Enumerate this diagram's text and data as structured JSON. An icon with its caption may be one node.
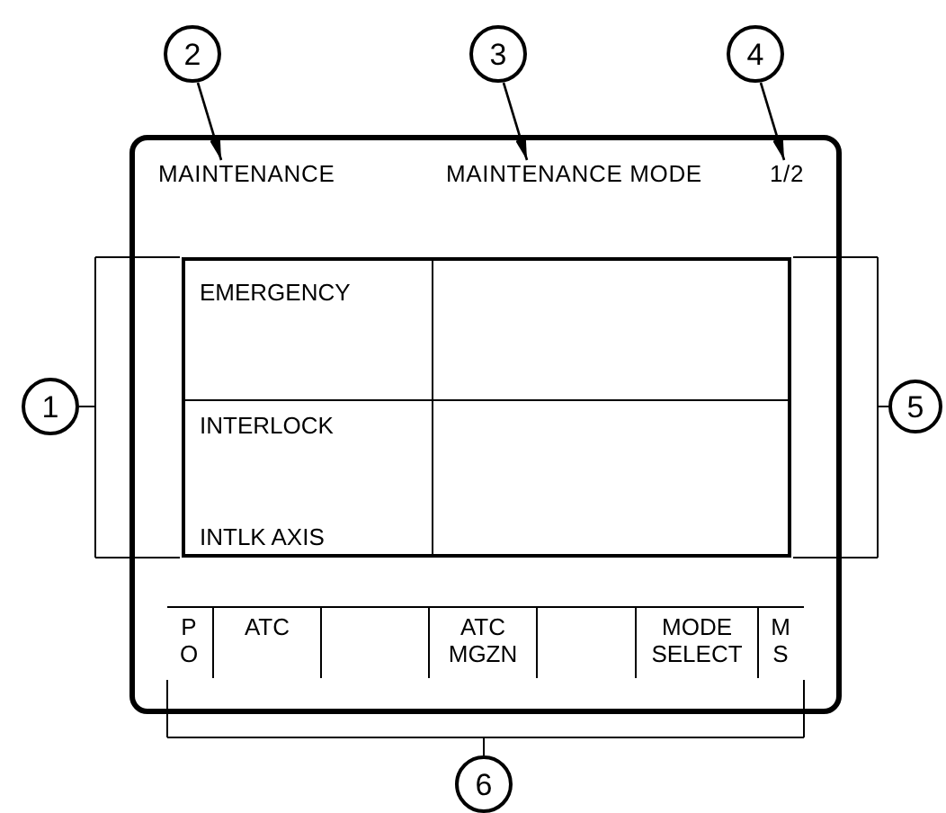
{
  "diagram": {
    "nodes": [
      {
        "text": [
          "2"
        ]
      },
      {
        "text": [
          "3"
        ]
      },
      {
        "text": [
          "4"
        ]
      },
      {
        "text": [],
        "shape": "box"
      },
      {
        "text": [
          "MAINTENANCE"
        ],
        "in": 3
      },
      {
        "text": [
          "MAINTENANCE MODE"
        ],
        "in": 3
      },
      {
        "text": [
          "1/2"
        ],
        "in": 3
      },
      {
        "text": [
          "1"
        ]
      },
      {
        "text": [],
        "shape": "box",
        "in": 3
      },
      {
        "text": [
          "EMERGENCY"
        ],
        "in": 8
      },
      {
        "text": [],
        "shape": "box",
        "in": 8
      },
      {
        "text": [
          "INTERLOCK",
          "INTLK AXIS"
        ],
        "in": 8
      },
      {
        "text": [],
        "shape": "box",
        "in": 8
      },
      {
        "text": [
          "5"
        ]
      },
      {
        "text": [],
        "shape": "bar",
        "in": 3
      },
      {
        "text": [
          "P O"
        ],
        "in": 14
      },
      {
        "text": [
          "ATC"
        ],
        "in": 14
      },
      {
        "text": [],
        "shape": "box",
        "in": 14
      },
      {
        "text": [
          "ATC MGZN"
        ],
        "in": 14
      },
      {
        "text": [],
        "shape": "box",
        "in": 14
      },
      {
        "text": [
          "MODE SELECT"
        ],
        "in": 14
      },
      {
        "text": [
          "M S"
        ],
        "in": 14
      },
      {
        "text": [
          "6"
        ]
      }
    ],
    "edges": [
      {
        "from": 0,
        "to": 4,
        "arrow": "to"
      },
      {
        "from": 1,
        "to": 5,
        "arrow": "to"
      },
      {
        "from": 2,
        "to": 6,
        "arrow": "to"
      },
      {
        "from": 7,
        "to": 8,
        "arrow": "none"
      },
      {
        "from": 13,
        "to": 8,
        "arrow": "none"
      },
      {
        "from": 22,
        "to": 14,
        "arrow": "none"
      }
    ]
  }
}
